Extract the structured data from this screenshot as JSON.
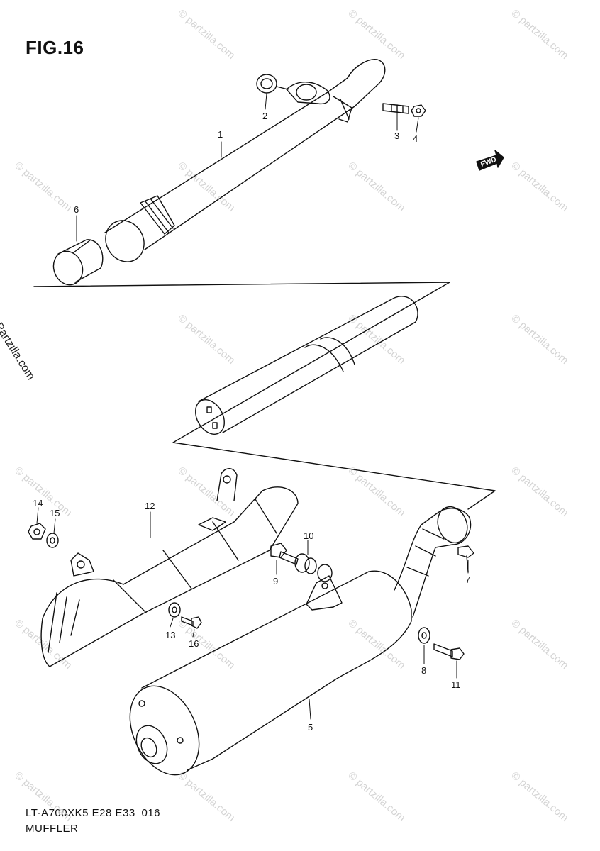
{
  "figure": {
    "title": "FIG.16",
    "model_code": "LT-A700XK5 E28 E33_016",
    "caption": "MUFFLER"
  },
  "copyright": "© Partzilla.com",
  "watermark": "© partzilla.com",
  "forward_marker": "FWD",
  "callouts": {
    "p1": "1",
    "p2": "2",
    "p3": "3",
    "p4": "4",
    "p5": "5",
    "p6": "6",
    "p7": "7",
    "p8": "8",
    "p9": "9",
    "p10": "10",
    "p11": "11",
    "p12": "12",
    "p13": "13",
    "p14": "14",
    "p15": "15",
    "p16": "16"
  },
  "colors": {
    "line": "#111111",
    "watermark": "#d4d4d4",
    "background": "#ffffff"
  }
}
